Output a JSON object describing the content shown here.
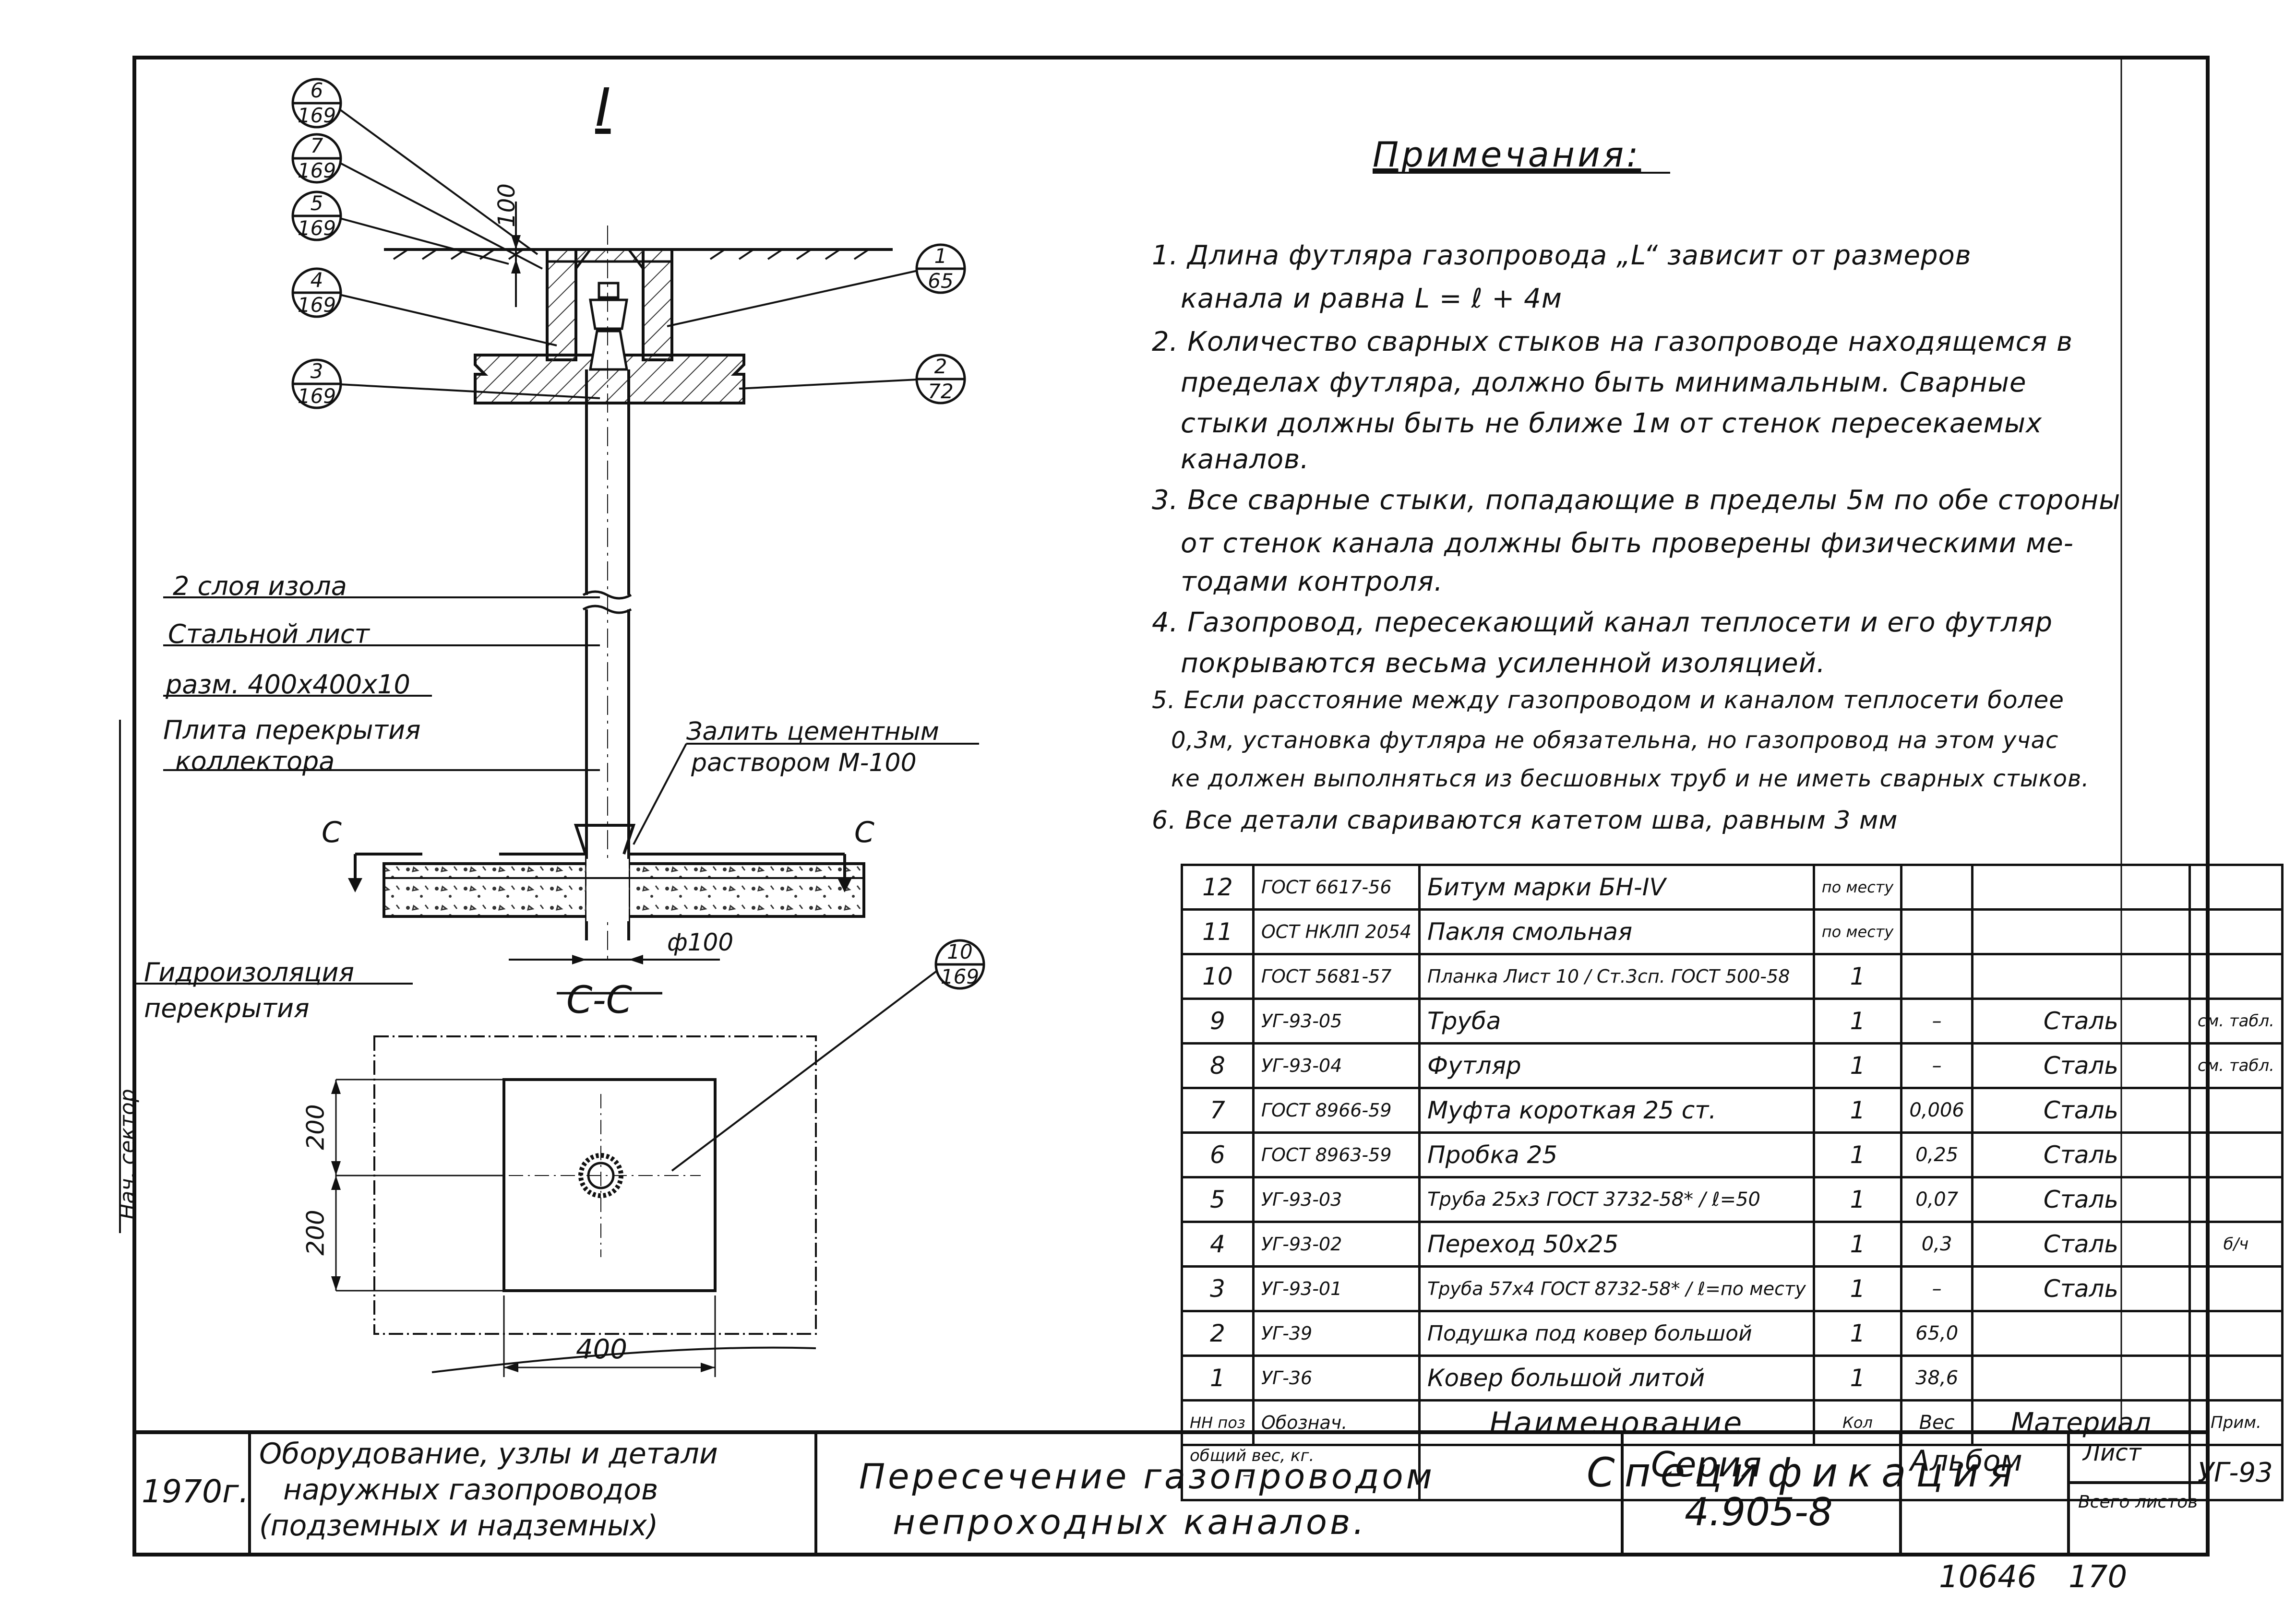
{
  "detail_label": "I",
  "section_label": "C-C",
  "cut_marker": "C",
  "notes": {
    "title": "Примечания:",
    "items": [
      "1. Длина футляра газопровода „L“ зависит от размеров",
      "канала и равна  L = ℓ + 4м",
      "2. Количество сварных стыков на газопроводе находящемся в",
      "пределах футляра, должно быть минимальным. Сварные",
      "стыки должны быть не ближе 1м от стенок пересекаемых",
      "каналов.",
      "3. Все сварные стыки, попадающие в пределы 5м по обе стороны",
      "от стенок канала должны быть проверены физическими ме-",
      "тодами контроля.",
      "4. Газопровод, пересекающий канал теплосети и его футляр",
      "покрываются весьма усиленной изоляцией.",
      "5. Если расстояние между газопроводом и каналом теплосети более",
      "0,3м, установка футляра не обязательна, но газопровод на этом учас",
      "ке должен выполняться из бесшовных труб и не иметь сварных стыков.",
      "6. Все детали свариваются катетом шва, равным 3 мм"
    ]
  },
  "drawing_labels": {
    "dim_100_vertical": "100",
    "dim_phi100": "ф100",
    "dim_200_top": "200",
    "dim_200_bottom": "200",
    "dim_400": "400",
    "insulation": "2 слоя изола",
    "steel_sheet": "Стальной лист",
    "sheet_size": "разм. 400х400х10",
    "slab": "Плита перекрытия",
    "collector": "коллектора",
    "fill_1": "Залить цементным",
    "fill_2": "раствором М-100",
    "waterproof": "Гидроизоляция",
    "overlap": "перекрытия",
    "margin_text": "Нач. сектор"
  },
  "callouts": [
    {
      "num": "6",
      "sheet": "169"
    },
    {
      "num": "7",
      "sheet": "169"
    },
    {
      "num": "5",
      "sheet": "169"
    },
    {
      "num": "4",
      "sheet": "169"
    },
    {
      "num": "3",
      "sheet": "169"
    },
    {
      "num": "1",
      "sheet": "65"
    },
    {
      "num": "2",
      "sheet": "72"
    },
    {
      "num": "10",
      "sheet": "169"
    }
  ],
  "spec_table": {
    "rows": [
      {
        "pos": "12",
        "designation": "ГОСТ 6617-56",
        "name": "Битум марки БН-IV",
        "qty": "по месту",
        "weight": "",
        "material": "",
        "note": ""
      },
      {
        "pos": "11",
        "designation": "ОСТ НКЛП 2054",
        "name": "Пакля смольная",
        "qty": "по месту",
        "weight": "",
        "material": "",
        "note": ""
      },
      {
        "pos": "10",
        "designation": "ГОСТ 5681-57",
        "name": "Планка  Лист 10 / Ст.3сп. ГОСТ 500-58",
        "qty": "1",
        "weight": "",
        "material": "",
        "note": ""
      },
      {
        "pos": "9",
        "designation": "УГ-93-05",
        "name": "Труба",
        "qty": "1",
        "weight": "–",
        "material": "Сталь",
        "note": "см. табл."
      },
      {
        "pos": "8",
        "designation": "УГ-93-04",
        "name": "Футляр",
        "qty": "1",
        "weight": "–",
        "material": "Сталь",
        "note": "см. табл."
      },
      {
        "pos": "7",
        "designation": "ГОСТ 8966-59",
        "name": "Муфта короткая 25 ст.",
        "qty": "1",
        "weight": "0,006",
        "material": "Сталь",
        "note": ""
      },
      {
        "pos": "6",
        "designation": "ГОСТ 8963-59",
        "name": "Пробка 25",
        "qty": "1",
        "weight": "0,25",
        "material": "Сталь",
        "note": ""
      },
      {
        "pos": "5",
        "designation": "УГ-93-03",
        "name": "Труба 25х3  ГОСТ 3732-58* / ℓ=50",
        "qty": "1",
        "weight": "0,07",
        "material": "Сталь",
        "note": ""
      },
      {
        "pos": "4",
        "designation": "УГ-93-02",
        "name": "Переход 50х25",
        "qty": "1",
        "weight": "0,3",
        "material": "Сталь",
        "note": "б/ч"
      },
      {
        "pos": "3",
        "designation": "УГ-93-01",
        "name": "Труба 57х4  ГОСТ 8732-58* / ℓ=по месту",
        "qty": "1",
        "weight": "–",
        "material": "Сталь",
        "note": ""
      },
      {
        "pos": "2",
        "designation": "УГ-39",
        "name": "Подушка под ковер большой",
        "qty": "1",
        "weight": "65,0",
        "material": "",
        "note": ""
      },
      {
        "pos": "1",
        "designation": "УГ-36",
        "name": "Ковер большой литой",
        "qty": "1",
        "weight": "38,6",
        "material": "",
        "note": ""
      }
    ],
    "header": {
      "pos": "НН поз",
      "designation": "Обознач.",
      "name": "Наименование",
      "qty": "Кол",
      "weight": "Вес",
      "material": "Материал",
      "note": "Прим."
    },
    "footer": {
      "total_weight_label": "общий вес, кг.",
      "total_weight_value": "–",
      "title": "Спецификация",
      "code": "УГ-93"
    }
  },
  "title_block": {
    "year": "1970г.",
    "album_title_1": "Оборудование, узлы и детали",
    "album_title_2": "наружных газопроводов",
    "album_title_3": "(подземных и надземных)",
    "sheet_title_1": "Пересечение газопроводом",
    "sheet_title_2": "непроходных каналов.",
    "series_label": "Серия",
    "series_value": "4.905-8",
    "album_label": "Альбом",
    "sheet_label": "Лист",
    "total_sheets_label": "Всего листов",
    "archive_no": "10646",
    "sheet_no": "170"
  },
  "colors": {
    "ink": "#111111",
    "paper": "#ffffff",
    "hatch": "#444444"
  }
}
